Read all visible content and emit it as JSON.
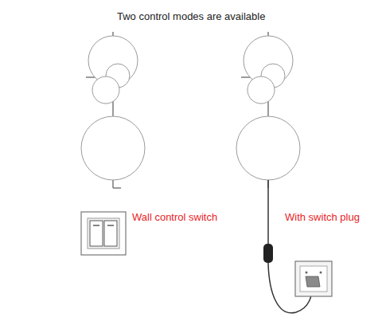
{
  "diagram": {
    "title": "Two control modes are available",
    "labels": [
      "Wall control switch",
      "With switch plug"
    ]
  }
}
